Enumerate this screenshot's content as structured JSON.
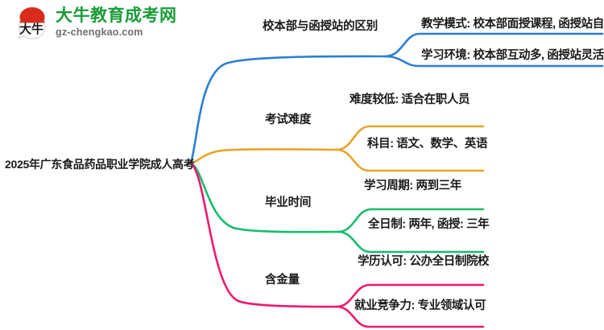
{
  "logo": {
    "name": "大牛教育成考网",
    "domain": "gz-chengkao.com",
    "mark_text": "大牛",
    "brand_color": "#1a9c37",
    "mark_color": "#d92b1c"
  },
  "mindmap": {
    "root": {
      "label": "2025年广东食品药品职业学院成人高考"
    },
    "branches": [
      {
        "label": "校本部与函授站的区别",
        "color": "#2a7fd4",
        "children": [
          {
            "label": "教学模式: 校本部面授课程, 函授站自学"
          },
          {
            "label": "学习环境: 校本部互动多, 函授站灵活"
          }
        ]
      },
      {
        "label": "考试难度",
        "color": "#e8a427",
        "children": [
          {
            "label": "难度较低: 适合在职人员"
          },
          {
            "label": "科目: 语文、数学、英语"
          }
        ]
      },
      {
        "label": "毕业时间",
        "color": "#17bd6e",
        "children": [
          {
            "label": "学习周期: 两到三年"
          },
          {
            "label": "全日制: 两年, 函授: 三年"
          }
        ]
      },
      {
        "label": "含金量",
        "color": "#ec1a6f",
        "children": [
          {
            "label": "学历认可: 公办全日制院校"
          },
          {
            "label": "就业竞争力: 专业领域认可"
          }
        ]
      }
    ]
  }
}
